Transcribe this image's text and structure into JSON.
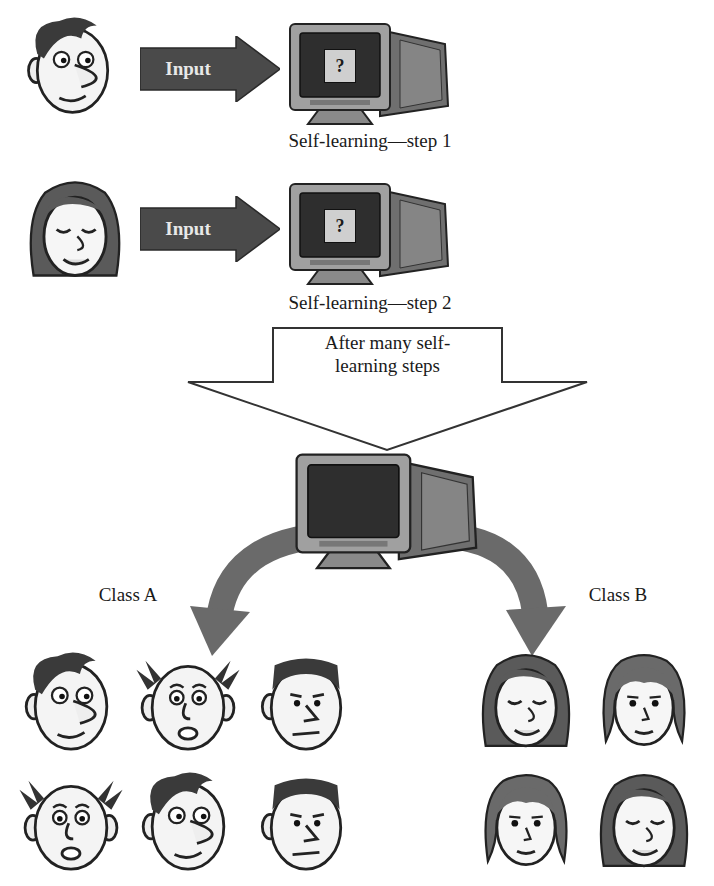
{
  "diagram": {
    "nodes": [
      {
        "text": [
          "Input"
        ]
      },
      {
        "text": [
          "?"
        ]
      },
      {
        "text": [
          "Input"
        ]
      },
      {
        "text": [
          "?"
        ]
      },
      {
        "text": [
          "After many self-learning steps"
        ]
      }
    ],
    "labels": [
      "Self-learning—step 1",
      "Self-learning—step 2",
      "Class A",
      "Class B"
    ]
  }
}
